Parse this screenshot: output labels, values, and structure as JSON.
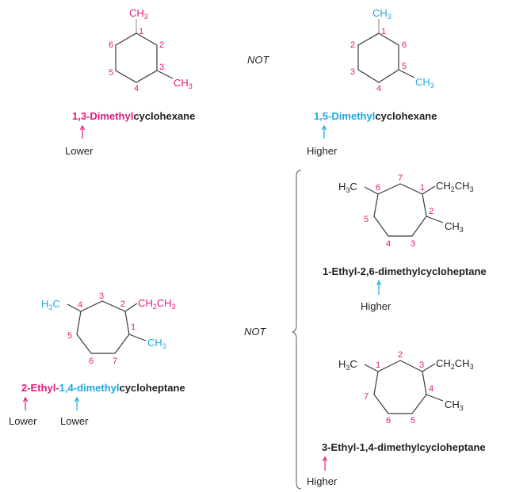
{
  "colors": {
    "lower_accent": "#e5197f",
    "higher_accent": "#1ea8dc",
    "bond": "#3a3a3a",
    "text": "#231f20"
  },
  "separator": "NOT",
  "panels": {
    "hex_correct": {
      "ring_type": "cyclohexane",
      "substituents": [
        "CH3",
        "CH3"
      ],
      "substituent_sub": "3",
      "numbers": [
        "1",
        "2",
        "3",
        "4",
        "5",
        "6"
      ],
      "name_colored": "1,3-Dimethyl",
      "name_plain": "cyclohexane",
      "arrow_label": "Lower"
    },
    "hex_wrong": {
      "ring_type": "cyclohexane",
      "substituents": [
        "CH3",
        "CH3"
      ],
      "numbers": [
        "1",
        "2",
        "3",
        "4",
        "5",
        "6"
      ],
      "name_colored": "1,5-Dimethyl",
      "name_plain": "cyclohexane",
      "arrow_label": "Higher"
    },
    "hept_correct": {
      "ring_type": "cycloheptane",
      "groups": {
        "left": "H3C",
        "ethyl": "CH2CH3",
        "methyl": "CH3"
      },
      "numbers": [
        "1",
        "2",
        "3",
        "4",
        "5",
        "6",
        "7"
      ],
      "name_part1": "2-Ethyl-",
      "name_part2": "1,4-dimethyl",
      "name_plain": "cycloheptane",
      "arrow_labels": [
        "Lower",
        "Lower"
      ]
    },
    "hept_wrong_a": {
      "ring_type": "cycloheptane",
      "groups": {
        "left": "H3C",
        "ethyl": "CH2CH3",
        "methyl": "CH3"
      },
      "numbers": [
        "1",
        "2",
        "3",
        "4",
        "5",
        "6",
        "7"
      ],
      "name": "1-Ethyl-2,6-dimethylcycloheptane",
      "arrow_label": "Higher"
    },
    "hept_wrong_b": {
      "ring_type": "cycloheptane",
      "groups": {
        "left": "H3C",
        "ethyl": "CH2CH3",
        "methyl": "CH3"
      },
      "numbers": [
        "1",
        "2",
        "3",
        "4",
        "5",
        "6",
        "7"
      ],
      "name": "3-Ethyl-1,4-dimethylcycloheptane",
      "arrow_label": "Higher"
    }
  }
}
